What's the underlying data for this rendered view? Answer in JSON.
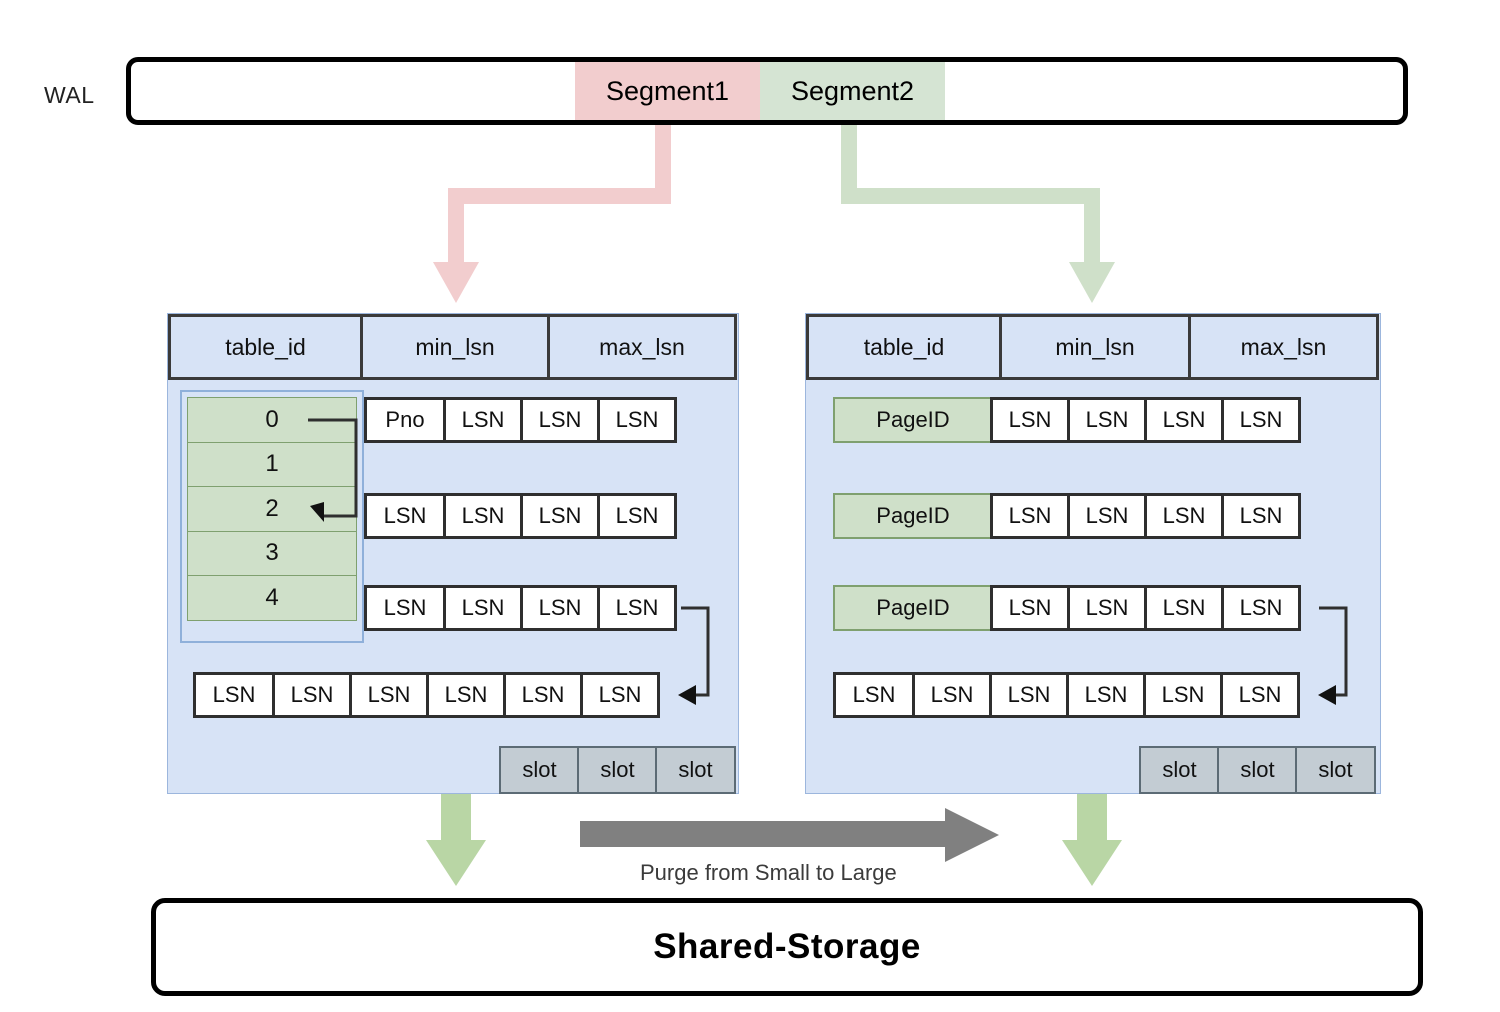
{
  "wal": {
    "label": "WAL",
    "segments": [
      {
        "label": "Segment1",
        "color": "#f2cdce"
      },
      {
        "label": "Segment2",
        "color": "#d5e4d3"
      }
    ]
  },
  "colors": {
    "panel_bg": "#d7e3f6",
    "panel_border": "#9cb6dd",
    "segment1": "#f2cdce",
    "segment2": "#d5e4d3",
    "green_cell": "#cfe0c9",
    "green_cell_border": "#7fa06f",
    "slot_bg": "#c3ccd3",
    "slot_border": "#5c6b75",
    "cell_border": "#2f2f2f",
    "arrow_pink": "#f2cdce",
    "arrow_green": "#b9d6a5",
    "arrow_gray": "#808080"
  },
  "left_table": {
    "headers": [
      "table_id",
      "min_lsn",
      "max_lsn"
    ],
    "table_id_values": [
      "0",
      "1",
      "2",
      "3",
      "4"
    ],
    "rows": [
      {
        "cells": [
          "Pno",
          "LSN",
          "LSN",
          "LSN"
        ]
      },
      {
        "cells": [
          "LSN",
          "LSN",
          "LSN",
          "LSN"
        ]
      },
      {
        "cells": [
          "LSN",
          "LSN",
          "LSN",
          "LSN"
        ]
      }
    ],
    "overflow_row": {
      "cells": [
        "LSN",
        "LSN",
        "LSN",
        "LSN",
        "LSN",
        "LSN"
      ]
    },
    "slots": [
      "slot",
      "slot",
      "slot"
    ]
  },
  "right_table": {
    "headers": [
      "table_id",
      "min_lsn",
      "max_lsn"
    ],
    "rows": [
      {
        "key": "PageID",
        "cells": [
          "LSN",
          "LSN",
          "LSN",
          "LSN"
        ]
      },
      {
        "key": "PageID",
        "cells": [
          "LSN",
          "LSN",
          "LSN",
          "LSN"
        ]
      },
      {
        "key": "PageID",
        "cells": [
          "LSN",
          "LSN",
          "LSN",
          "LSN"
        ]
      }
    ],
    "overflow_row": {
      "cells": [
        "LSN",
        "LSN",
        "LSN",
        "LSN",
        "LSN",
        "LSN"
      ]
    },
    "slots": [
      "slot",
      "slot",
      "slot"
    ]
  },
  "purge": {
    "label": "Purge from Small to Large"
  },
  "storage": {
    "label": "Shared-Storage"
  }
}
